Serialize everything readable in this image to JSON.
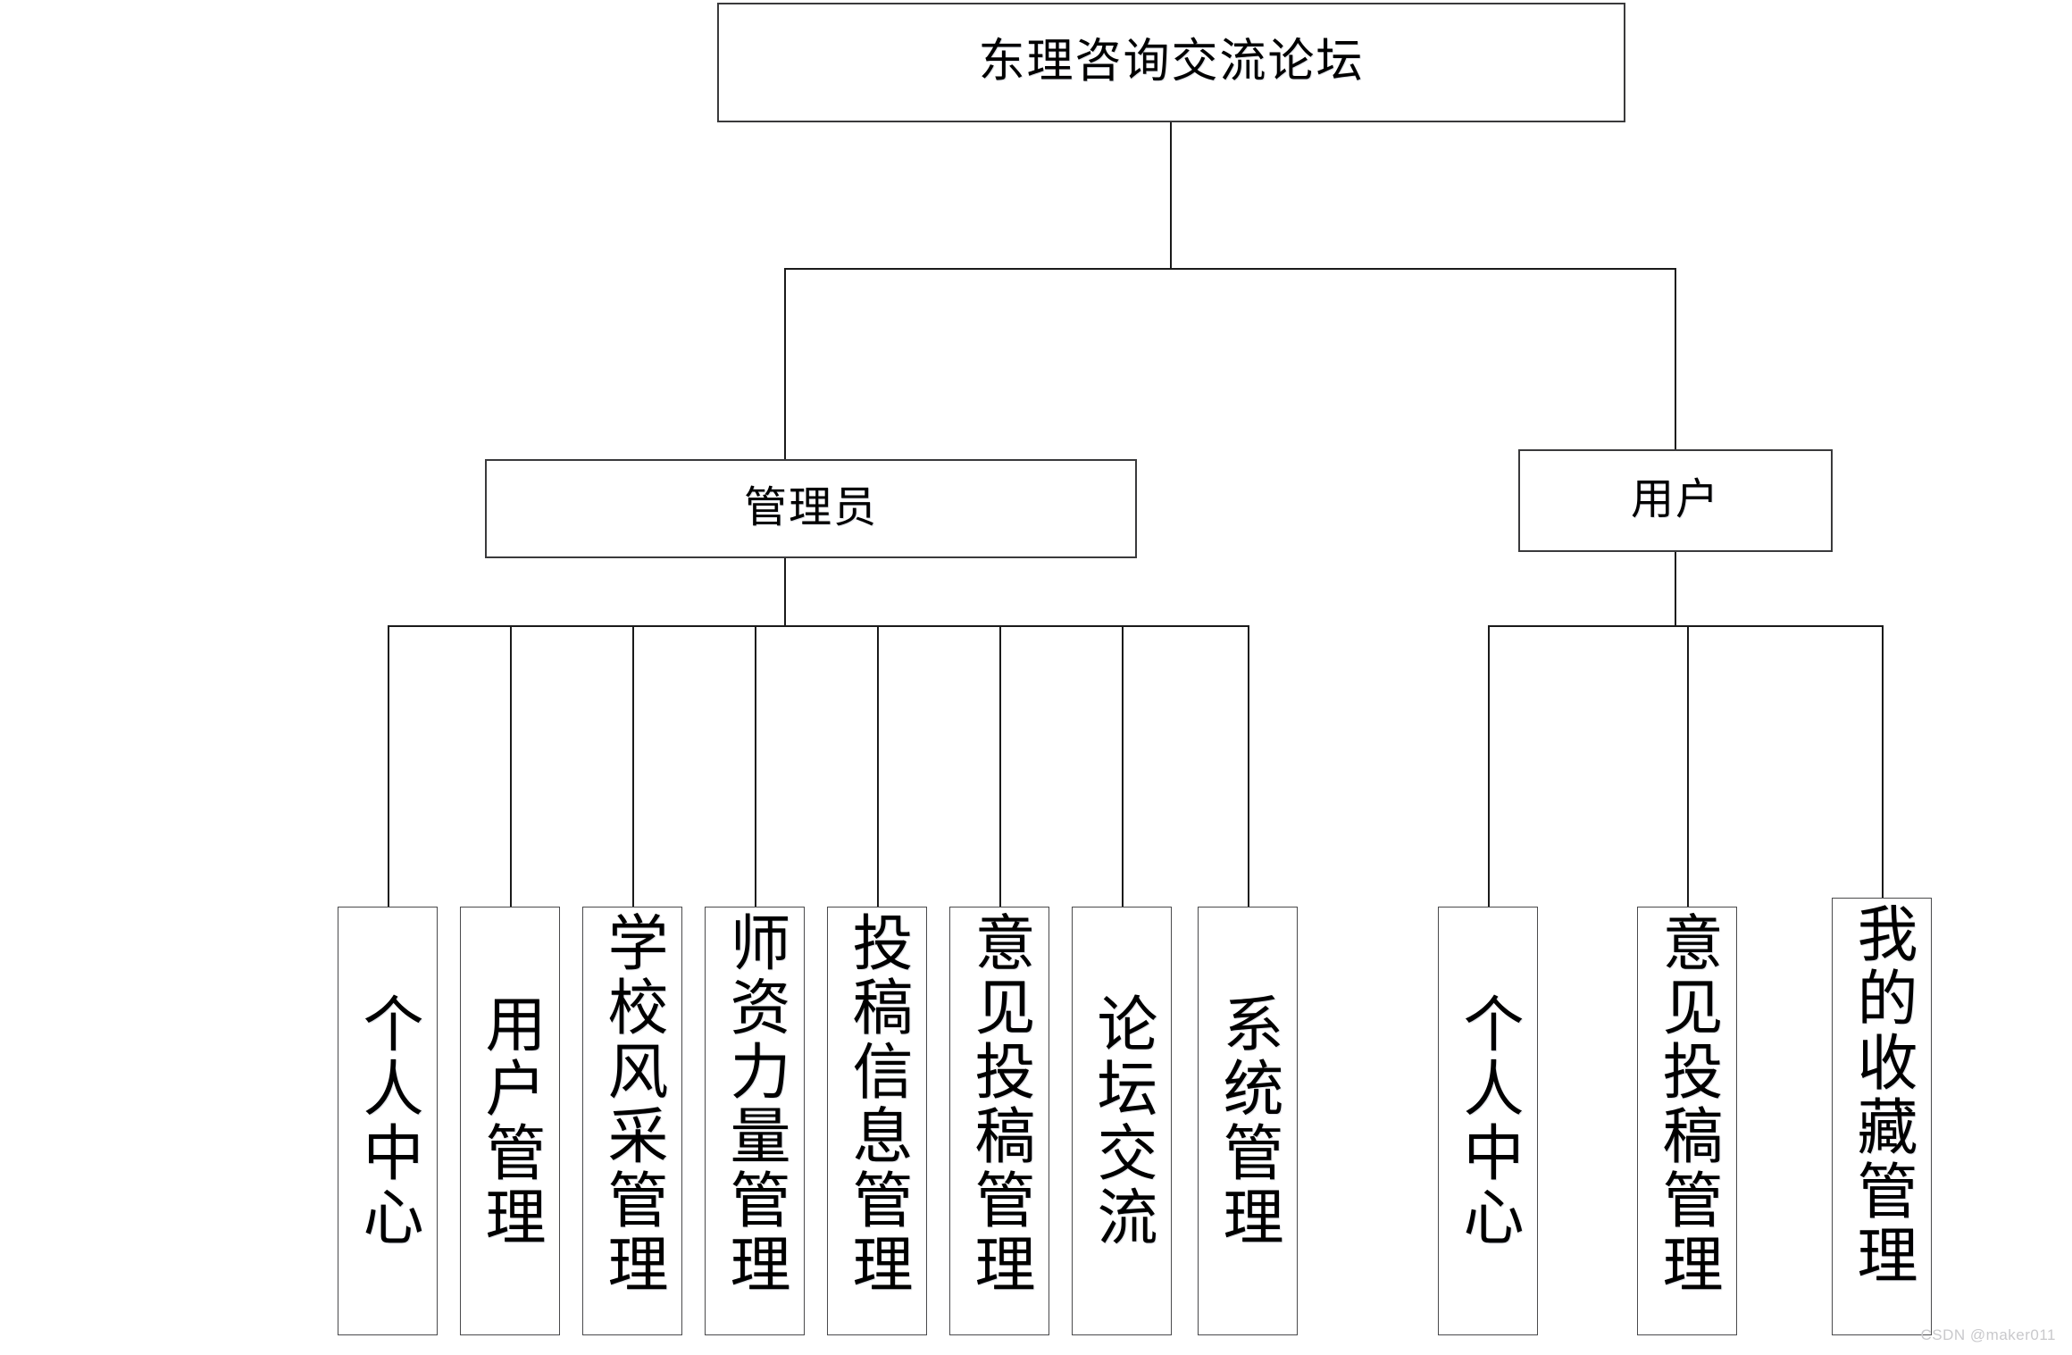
{
  "diagram": {
    "type": "organization-chart",
    "title": "东理咨询交流论坛",
    "root": {
      "label": "东理咨询交流论坛"
    },
    "branches": [
      {
        "id": "admin",
        "label": "管理员",
        "children": [
          {
            "label": "个人中心"
          },
          {
            "label": "用户管理"
          },
          {
            "label": "学校风采管理"
          },
          {
            "label": "师资力量管理"
          },
          {
            "label": "投稿信息管理"
          },
          {
            "label": "意见投稿管理"
          },
          {
            "label": "论坛交流"
          },
          {
            "label": "系统管理"
          }
        ]
      },
      {
        "id": "user",
        "label": "用户",
        "children": [
          {
            "label": "个人中心"
          },
          {
            "label": "意见投稿管理"
          },
          {
            "label": "我的收藏管理"
          }
        ]
      }
    ]
  },
  "watermark": {
    "text": "CSDN @maker011"
  },
  "colors": {
    "background": "#ffffff",
    "node_border": "#3a3a3c",
    "leaf_border": "#4a4a4c",
    "connector": "#1a1a1a",
    "text": "#000000",
    "watermark": "#c9c9cc"
  }
}
